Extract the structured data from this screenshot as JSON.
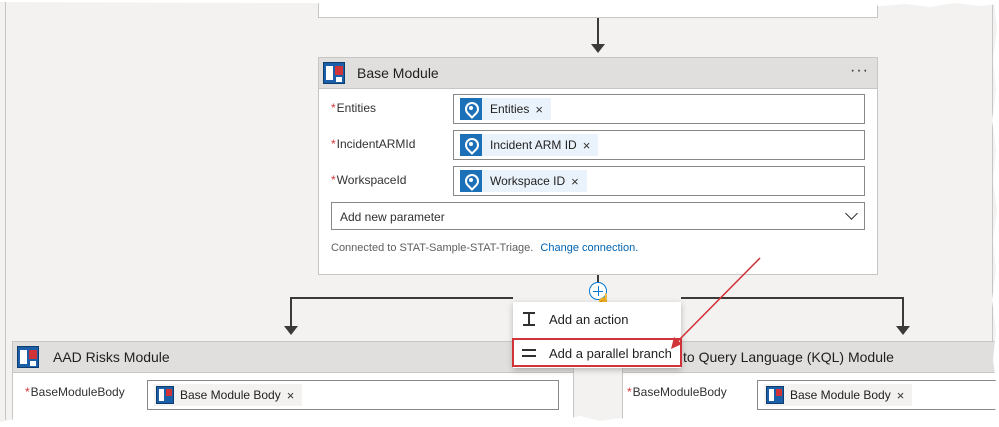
{
  "colors": {
    "canvas": "#f3f2f1",
    "header": "#e1dfdd",
    "required": "#d13438",
    "link": "#0063b1",
    "accent": "#0078d4",
    "annotation": "#d13438"
  },
  "base_module": {
    "title": "Base Module",
    "menu_label": "···",
    "fields": [
      {
        "label": "Entities",
        "required": "*",
        "token": "Entities",
        "token_icon": "dynamic-content-icon"
      },
      {
        "label": "IncidentARMId",
        "required": "*",
        "token": "Incident ARM ID",
        "token_icon": "dynamic-content-icon"
      },
      {
        "label": "WorkspaceId",
        "required": "*",
        "token": "Workspace ID",
        "token_icon": "dynamic-content-icon"
      }
    ],
    "add_parameter": "Add new parameter",
    "connection_text": "Connected to STAT-Sample-STAT-Triage.",
    "change_connection": "Change connection."
  },
  "insert_menu": {
    "items": [
      {
        "label": "Add an action",
        "icon": "add-action-icon"
      },
      {
        "label": "Add a parallel branch",
        "icon": "parallel-branch-icon"
      }
    ]
  },
  "left_module": {
    "title": "AAD Risks Module",
    "field_label": "BaseModuleBody",
    "required": "*",
    "token": "Base Module Body"
  },
  "right_module": {
    "title": "to Query Language (KQL) Module",
    "field_label": "BaseModuleBody",
    "required": "*",
    "token": "Base Module Body"
  },
  "remove_token": "×"
}
